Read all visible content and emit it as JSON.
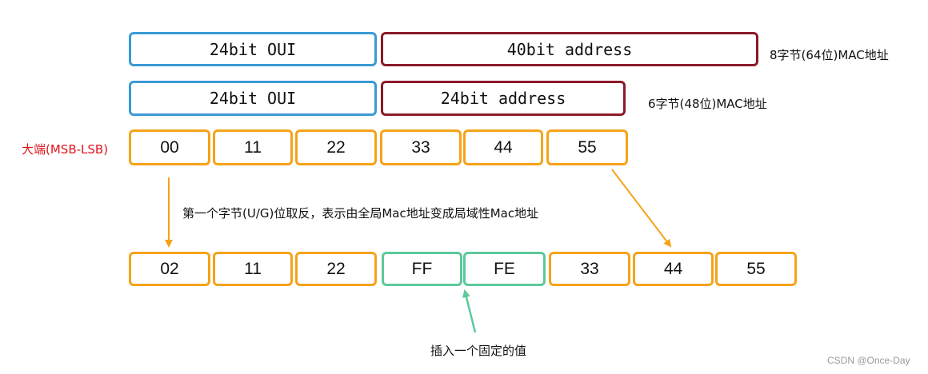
{
  "colors": {
    "blue": "#3a9ad6",
    "red": "#8b1a2a",
    "orange": "#f5a31a",
    "green": "#5cc99a",
    "label_red": "#e0141e"
  },
  "row1": {
    "oui": "24bit OUI",
    "address": "40bit address",
    "label": "8字节(64位)MAC地址"
  },
  "row2": {
    "oui": "24bit OUI",
    "address": "24bit address",
    "label": "6字节(48位)MAC地址"
  },
  "row3": {
    "label": "大端(MSB-LSB)",
    "bytes": [
      "00",
      "11",
      "22",
      "33",
      "44",
      "55"
    ]
  },
  "annotation_ug": "第一个字节(U/G)位取反，表示由全局Mac地址变成局域性Mac地址",
  "row4": {
    "bytes": [
      "02",
      "11",
      "22",
      "FF",
      "FE",
      "33",
      "44",
      "55"
    ]
  },
  "annotation_insert": "插入一个固定的值",
  "watermark": "CSDN @Once-Day"
}
